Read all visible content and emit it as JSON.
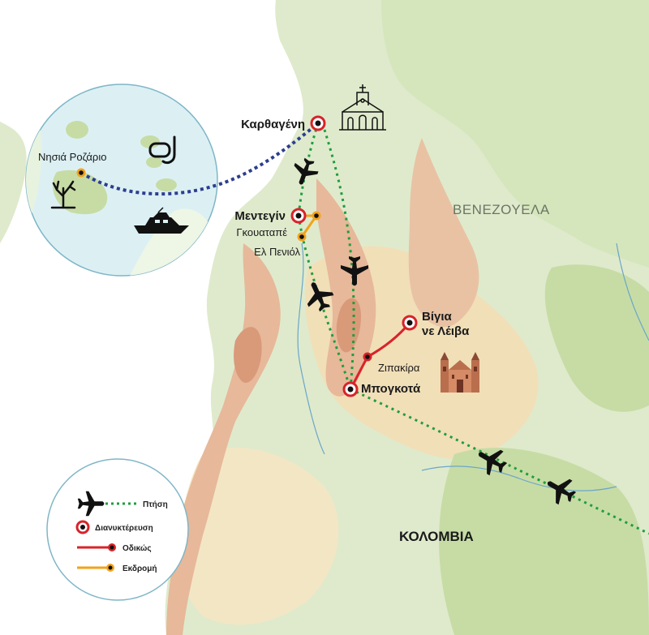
{
  "colors": {
    "land_light": "#dfeacc",
    "land_mid": "#c7dca5",
    "land_warm": "#f1dfb8",
    "mountain": "#e7b89a",
    "mountain_dark": "#d99a7a",
    "sea": "#ffffff",
    "inset_sea": "#dcf0f4",
    "river": "#6aa6c9",
    "flight": "#1e9e3e",
    "road": "#d8232a",
    "excursion": "#f2a31b",
    "boat_route": "#2c3e8f"
  },
  "cities": {
    "cartagena": "Καρθαγένη",
    "medellin": "Μεντεγίν",
    "guatape": "Γκουαταπέ",
    "el_penol": "Ελ Πενιόλ",
    "bogota": "Μπογκοτά",
    "zipaquira": "Ζιπακίρα",
    "villa_de_leyva_1": "Βίγια",
    "villa_de_leyva_2": "νε Λέιβα",
    "rosario": "Νησιά Ροζάριο"
  },
  "countries": {
    "colombia": "ΚΟΛΟΜΒΙΑ",
    "venezuela": "ΒΕΝΕΖΟΥΕΛΑ"
  },
  "legend": {
    "flight": "Πτήση",
    "overnight": "Διανυκτέρευση",
    "road": "Οδικώς",
    "excursion": "Εκδρομή"
  },
  "icons": [
    "airplane-icon",
    "church-icon",
    "cathedral-icon",
    "snorkel-icon",
    "coral-icon",
    "yacht-icon"
  ]
}
